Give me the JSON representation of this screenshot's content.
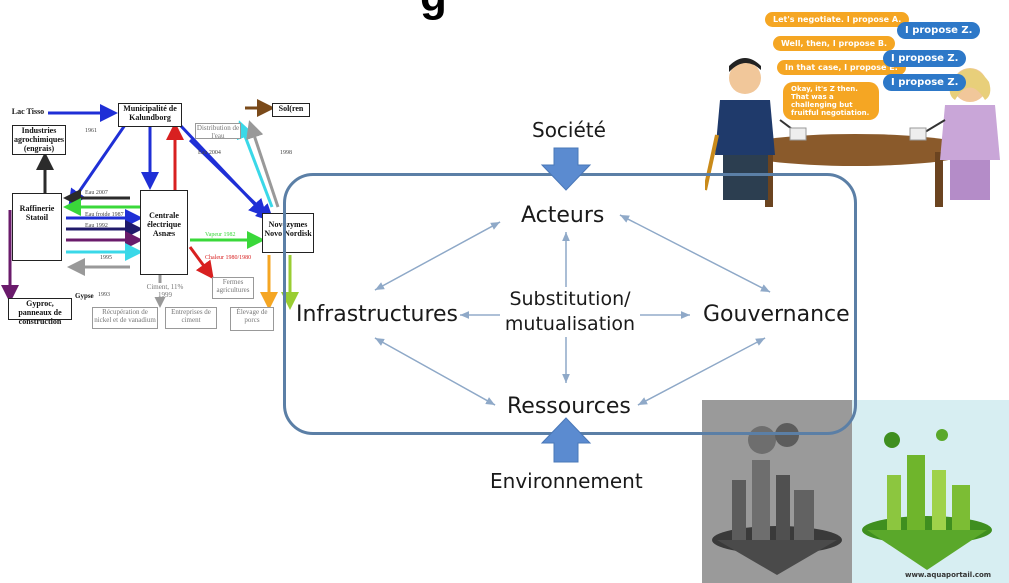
{
  "title_partial": "g",
  "main_diagram": {
    "top_label": "Société",
    "bottom_label": "Environnement",
    "nodes": {
      "acteurs": "Acteurs",
      "infrastructures": "Infrastructures",
      "gouvernance": "Gouvernance",
      "ressources": "Ressources",
      "center_line1": "Substitution/",
      "center_line2": "mutualisation"
    },
    "colors": {
      "frame": "#5b7fa6",
      "arrow": "#8fa9c8",
      "big_arrow": "#5b8bd0"
    }
  },
  "flow_diagram": {
    "boxes": {
      "lac_tisso": "Lac Tisso",
      "municipalite": "Municipalité de Kalundborg",
      "sol": "Sol(ren",
      "industries": "Industries agrochimiques (engrais)",
      "raffinerie": "Raffinerie Statoil",
      "centrale": "Centrale électrique Asnæs",
      "novozymes": "Novozymes Novo Nordisk",
      "gypsum": "Gyproc, panneaux de construction",
      "fermes": "Fermes agricultures",
      "elevage": "Élevage de porcs",
      "recuperation": "Récupération de nickel et de vanadium",
      "ciment": "Ciment, 11% 1999",
      "entreprises": "Entreprises de ciment",
      "distribution": "Distribution de l'eau"
    },
    "labels": {
      "gypse": "Gypse",
      "gypse_year": "1993",
      "chaleur": "Chaleur 1980/1980",
      "vapeur": "Vapeur 1982",
      "eau_2007": "Eau 2007",
      "eau_refroid": "Eau froide 1987",
      "eau_1992": "Eau 1992",
      "year_1961": "1961",
      "year_1995": "1995",
      "year_1998": "1998",
      "eau_2004": "Eau 2004"
    }
  },
  "illustrations": {
    "negotiation_bubbles_left": [
      "Let's negotiate. I propose A.",
      "Well, then, I propose B.",
      "In that case, I propose E.",
      "Okay, it's Z then. That was a challenging but fruitful negotiation."
    ],
    "negotiation_bubbles_right": [
      "I propose Z.",
      "I propose Z.",
      "I propose Z."
    ],
    "watermark": "www.aquaportail.com"
  }
}
